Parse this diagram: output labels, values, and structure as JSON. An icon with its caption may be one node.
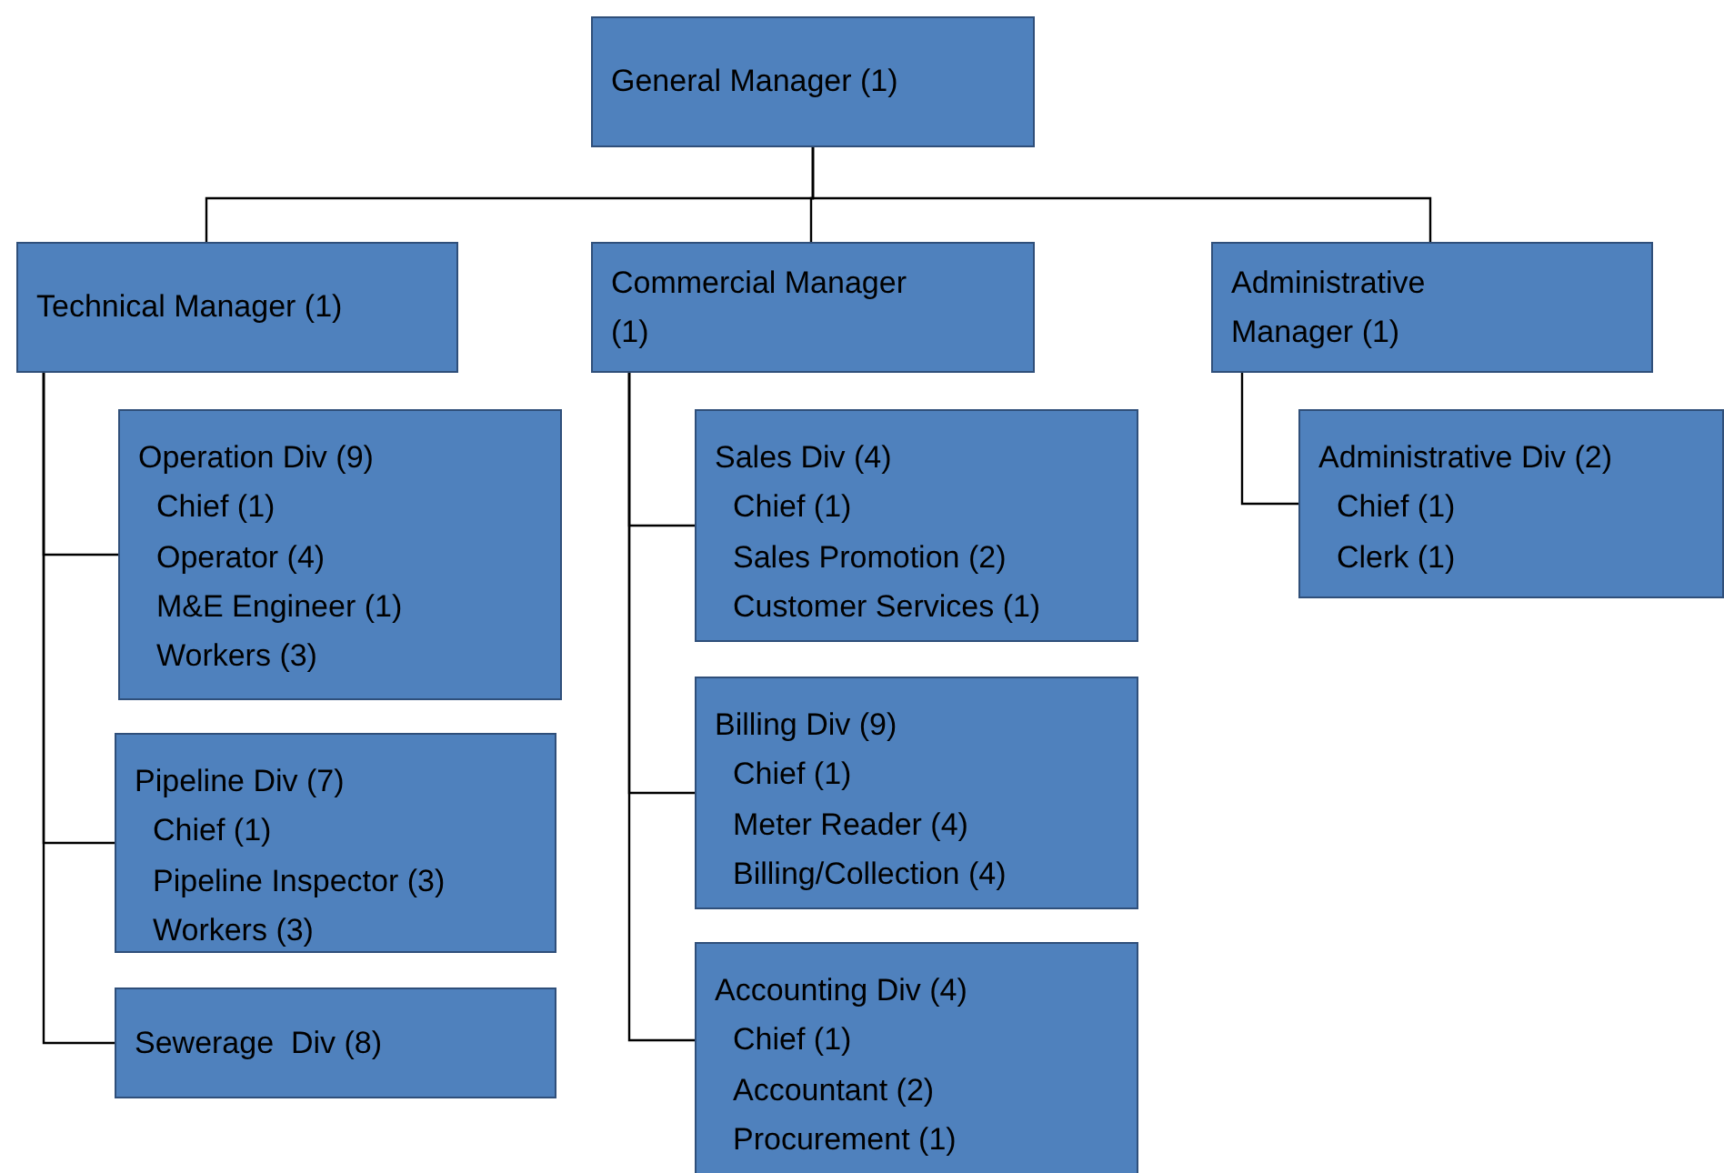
{
  "diagram": {
    "nodes": [
      {
        "text": [
          "General Manager (1)"
        ]
      },
      {
        "text": [
          "Technical Manager (1)"
        ]
      },
      {
        "text": [
          "Commercial Manager (1)"
        ]
      },
      {
        "text": [
          "Administrative Manager (1)"
        ]
      },
      {
        "text": [
          "Operation Div (9)",
          "Chief (1)",
          "Operator (4)",
          "M&E Engineer (1)",
          "Workers (3)"
        ]
      },
      {
        "text": [
          "Pipeline Div (7)",
          "Chief (1)",
          "Pipeline Inspector (3)",
          "Workers (3)"
        ]
      },
      {
        "text": [
          "Sewerage  Div (8)"
        ]
      },
      {
        "text": [
          "Sales Div (4)",
          "Chief (1)",
          "Sales Promotion (2)",
          "Customer Services (1)"
        ]
      },
      {
        "text": [
          "Billing Div (9)",
          "Chief (1)",
          "Meter Reader (4)",
          "Billing/Collection (4)"
        ]
      },
      {
        "text": [
          "Accounting Div (4)",
          "Chief (1)",
          "Accountant (2)",
          "Procurement (1)"
        ]
      },
      {
        "text": [
          "Administrative Div (2)",
          "Chief (1)",
          "Clerk (1)"
        ]
      }
    ],
    "edges": [
      {
        "from": 0,
        "to": 1,
        "arrow": "none"
      },
      {
        "from": 0,
        "to": 2,
        "arrow": "none"
      },
      {
        "from": 0,
        "to": 3,
        "arrow": "none"
      },
      {
        "from": 1,
        "to": 4,
        "arrow": "none"
      },
      {
        "from": 1,
        "to": 5,
        "arrow": "none"
      },
      {
        "from": 1,
        "to": 6,
        "arrow": "none"
      },
      {
        "from": 2,
        "to": 7,
        "arrow": "none"
      },
      {
        "from": 2,
        "to": 8,
        "arrow": "none"
      },
      {
        "from": 2,
        "to": 9,
        "arrow": "none"
      },
      {
        "from": 3,
        "to": 10,
        "arrow": "none"
      }
    ]
  }
}
